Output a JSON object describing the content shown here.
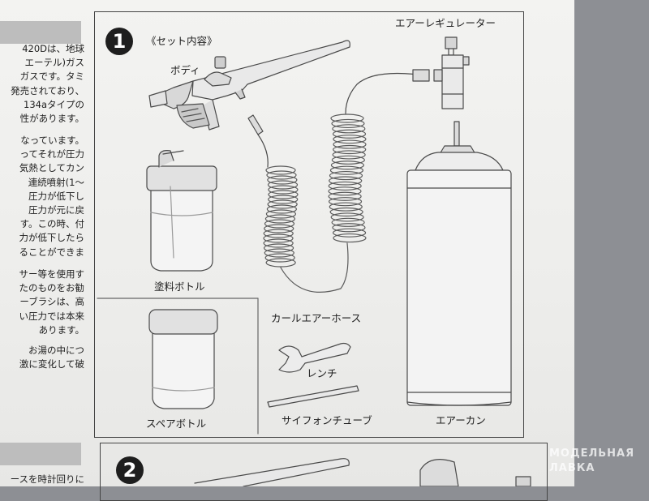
{
  "left_column": {
    "para1": [
      "420Dは、地球",
      "エーテル)ガス",
      "ガスです。タミ",
      "発売されており、",
      "134aタイプの",
      "性があります。"
    ],
    "para2": [
      "なっています。",
      "ってそれが圧力",
      "気熱としてカン",
      "連続噴射(1〜",
      "圧力が低下し",
      "圧力が元に戻",
      "す。この時、付",
      "力が低下したら",
      "ることができま"
    ],
    "para3": [
      "サー等を使用す",
      "たのものをお勧",
      "ーブラシは、高",
      "い圧力では本来",
      "あります。"
    ],
    "para4": [
      "お湯の中につ",
      "激に変化して破"
    ],
    "para5": [
      "ースを時計回りに",
      "。"
    ]
  },
  "section1": {
    "step_number": "1",
    "set_contents_heading": "《セット内容》",
    "labels": {
      "body": "ボディ",
      "air_regulator": "エアーレギュレーター",
      "paint_bottle": "塗料ボトル",
      "curl_air_hose": "カールエアーホース",
      "spare_bottle": "スペアボトル",
      "wrench": "レンチ",
      "siphon_tube": "サイフォンチューブ",
      "air_can": "エアーカン"
    }
  },
  "section2": {
    "step_number": "2"
  },
  "watermark": {
    "line1": "МОДЕЛЬНАЯ",
    "line2": "ЛАВКА"
  }
}
